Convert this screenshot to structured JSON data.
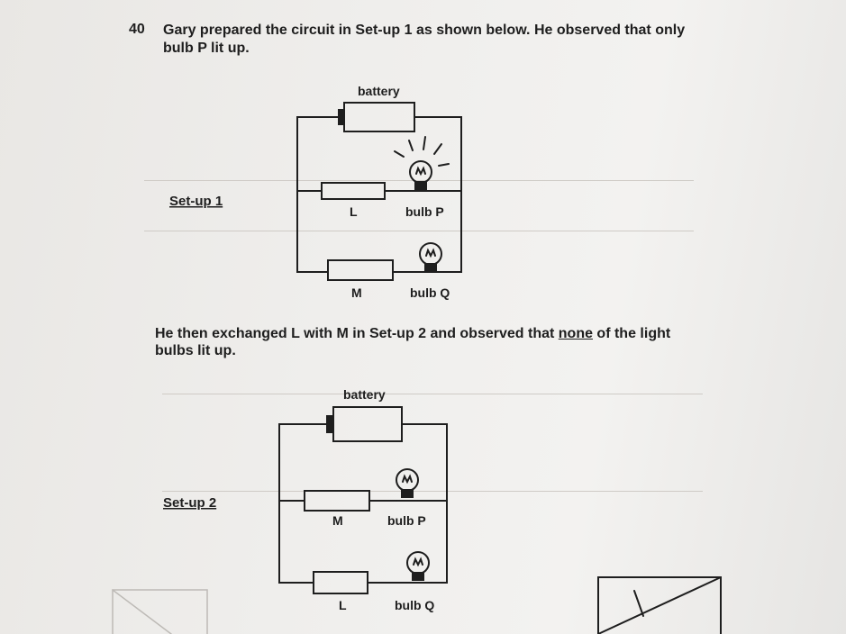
{
  "question": {
    "number": "40",
    "line1": "Gary prepared the circuit in Set-up 1 as shown below. He observed that only",
    "line2": "bulb P lit up."
  },
  "setup1": {
    "title": "Set-up 1",
    "battery_label": "battery",
    "upper_resistor_label": "L",
    "upper_bulb_label": "bulb P",
    "lower_resistor_label": "M",
    "lower_bulb_label": "bulb Q"
  },
  "middle": {
    "text_before": "He then exchanged L with M in Set-up 2 and observed that ",
    "emphasis": "none",
    "text_after": " of the light",
    "line2": "bulbs lit up."
  },
  "setup2": {
    "title": "Set-up 2",
    "battery_label": "battery",
    "upper_resistor_label": "M",
    "upper_bulb_label": "bulb P",
    "lower_resistor_label": "L",
    "lower_bulb_label": "bulb Q"
  }
}
